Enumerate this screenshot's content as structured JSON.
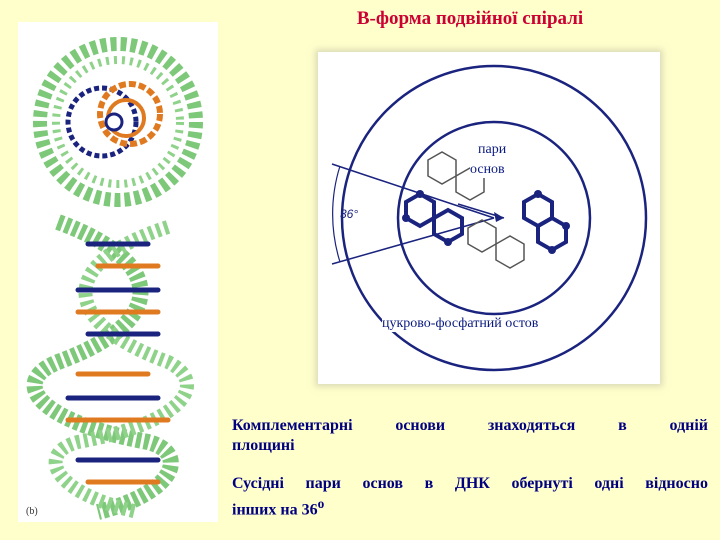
{
  "title": "В-форма подвійної спіралі",
  "left_panel": {
    "caption": "(b)"
  },
  "diagram": {
    "angle_label": "36°",
    "label_base_pairs_line1": "пари",
    "label_base_pairs_line2": "основ",
    "label_backbone": "цукрово-фосфатний остов"
  },
  "text": {
    "p1_words": [
      "Комплементарні",
      "основи",
      "знаходяться",
      "в",
      "одній"
    ],
    "p1_line2": "площині",
    "p2_words": [
      "Сусідні",
      "пари",
      "основ",
      "в",
      "ДНК",
      "обернуті",
      "одні",
      "відносно"
    ],
    "p2_line2": "інших на 36",
    "p2_sup": "о"
  },
  "colors": {
    "title": "#cc0033",
    "text": "#000080",
    "background": "#ffffcc",
    "backbone_green": "#7ec87a",
    "base_orange": "#e07a20",
    "base_navy": "#1a237e"
  }
}
